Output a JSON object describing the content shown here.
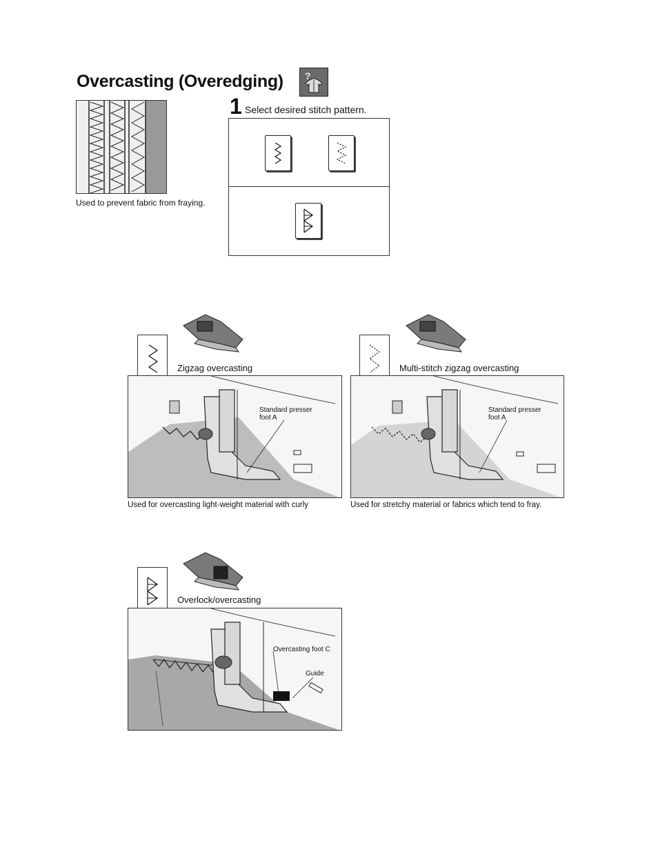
{
  "page": {
    "title": "Overcasting (Overedging)",
    "sample_caption": "Used to prevent fabric from fraying."
  },
  "step1": {
    "number": "1",
    "text": "Select desired stitch pattern."
  },
  "patterns": [
    {
      "label": "Zigzag overcasting",
      "callout": "Standard presser foot A",
      "caption": "Used for overcasting light-weight material with curly"
    },
    {
      "label": "Multi-stitch zigzag overcasting",
      "callout": "Standard presser foot A",
      "caption": "Used for stretchy material or fabrics which tend to fray."
    },
    {
      "label": "Overlock/overcasting",
      "callout": "Overcasting foot C",
      "callout2": "Guide",
      "caption": ""
    }
  ],
  "icons": {
    "help": "shirt-help-icon",
    "zigzag": "zigzag-stitch-icon",
    "multi_zigzag": "multi-stitch-zigzag-icon",
    "overlock": "overlock-stitch-icon",
    "presser_foot": "presser-foot-icon"
  },
  "colors": {
    "fabric": "#bdbdbd",
    "ink": "#111111"
  }
}
